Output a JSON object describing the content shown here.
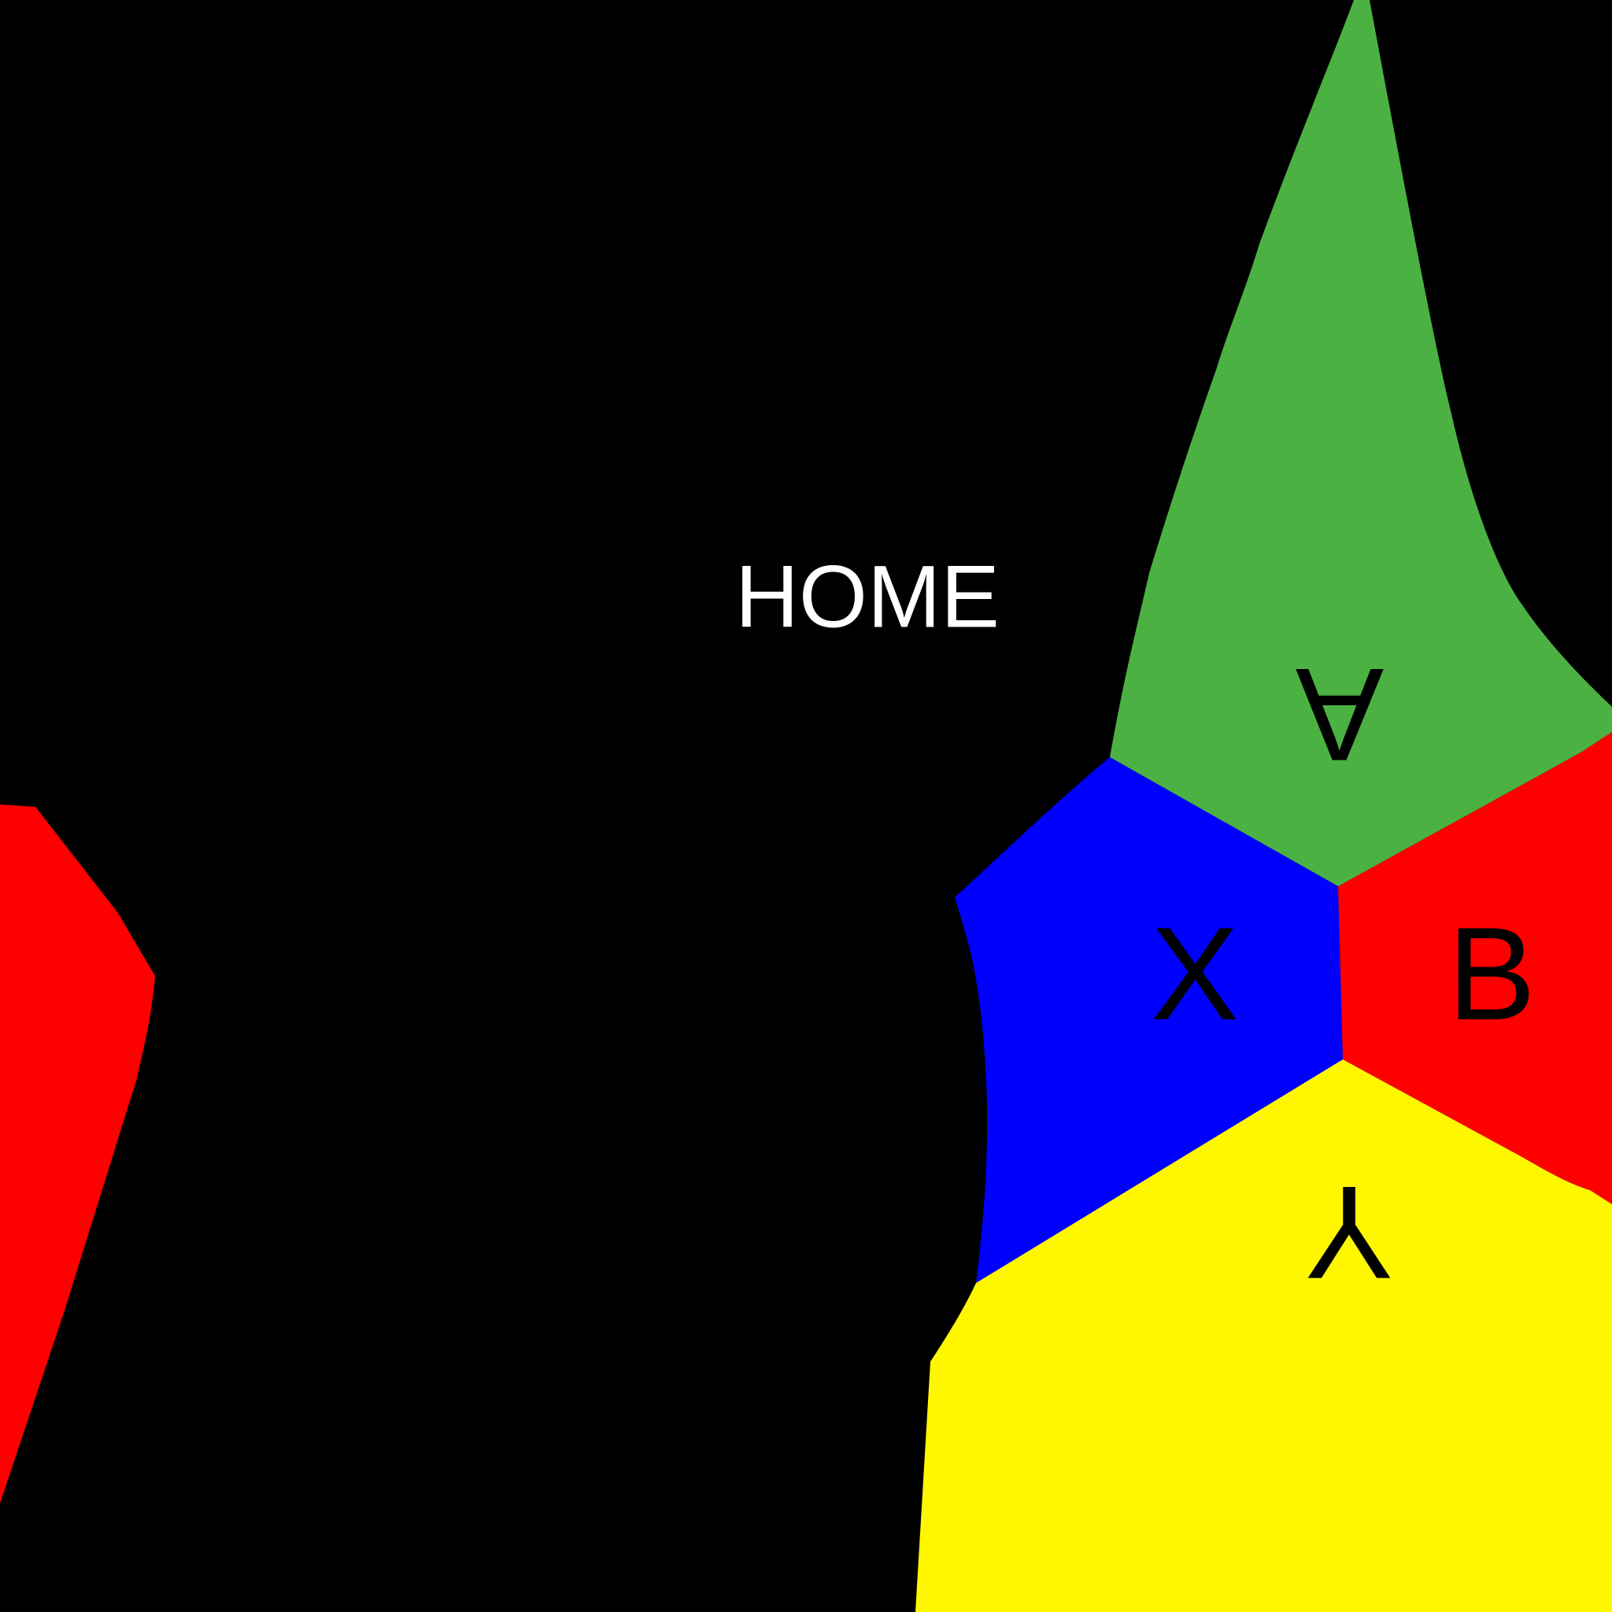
{
  "screen": {
    "background_color": "#000000",
    "home_label": "HOME",
    "home_label_color": "#ffffff"
  },
  "controller": {
    "button_up": {
      "label": "A",
      "color": "#4bb143",
      "label_color": "#000000"
    },
    "button_left": {
      "label": "X",
      "color": "#0000ff",
      "label_color": "#000000"
    },
    "button_right": {
      "label": "B",
      "color": "#ff0000",
      "label_color": "#000000"
    },
    "button_down": {
      "label": "Y",
      "color": "#fff700",
      "label_color": "#000000"
    },
    "left_segment": {
      "color": "#ff0000"
    }
  }
}
